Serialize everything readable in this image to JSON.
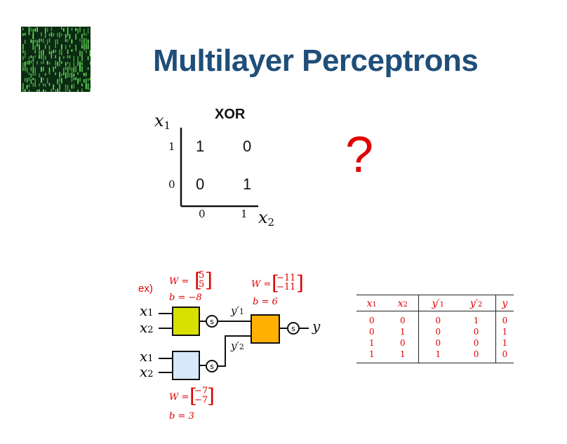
{
  "slide": {
    "title": "Multilayer Perceptrons",
    "question_mark": "?"
  },
  "xor_plot": {
    "title": "XOR",
    "y_axis_label": "x1",
    "x_axis_label": "x2",
    "y_ticks": [
      "1",
      "0"
    ],
    "x_ticks": [
      "0",
      "1"
    ],
    "cells": {
      "top_left": "1",
      "top_right": "0",
      "bottom_left": "0",
      "bottom_right": "1"
    }
  },
  "example": {
    "label": "ex)",
    "node1": {
      "weight_eq": "W =",
      "w_top": "5",
      "w_bottom": "5",
      "bias": "b = −8",
      "color": "#d8e000"
    },
    "node2": {
      "weight_eq": "W =",
      "w_top": "−7",
      "w_bottom": "−7",
      "bias": "b = 3",
      "color": "#d7e8fb"
    },
    "node3": {
      "weight_eq": "W =",
      "w_top": "−11",
      "w_bottom": "−11",
      "bias": "b = 6",
      "color": "#ffb000"
    },
    "inputs": [
      "x1",
      "x2"
    ],
    "sigmoid_symbol": "s",
    "hidden_outputs": [
      "y'1",
      "y'2"
    ],
    "output": "y"
  },
  "truth_table": {
    "headers": [
      "x1",
      "x2",
      "y'1",
      "y'2",
      "y"
    ],
    "rows": [
      [
        "0",
        "0",
        "0",
        "1",
        "0"
      ],
      [
        "0",
        "1",
        "0",
        "0",
        "1"
      ],
      [
        "1",
        "0",
        "0",
        "0",
        "1"
      ],
      [
        "1",
        "1",
        "1",
        "0",
        "0"
      ]
    ]
  }
}
